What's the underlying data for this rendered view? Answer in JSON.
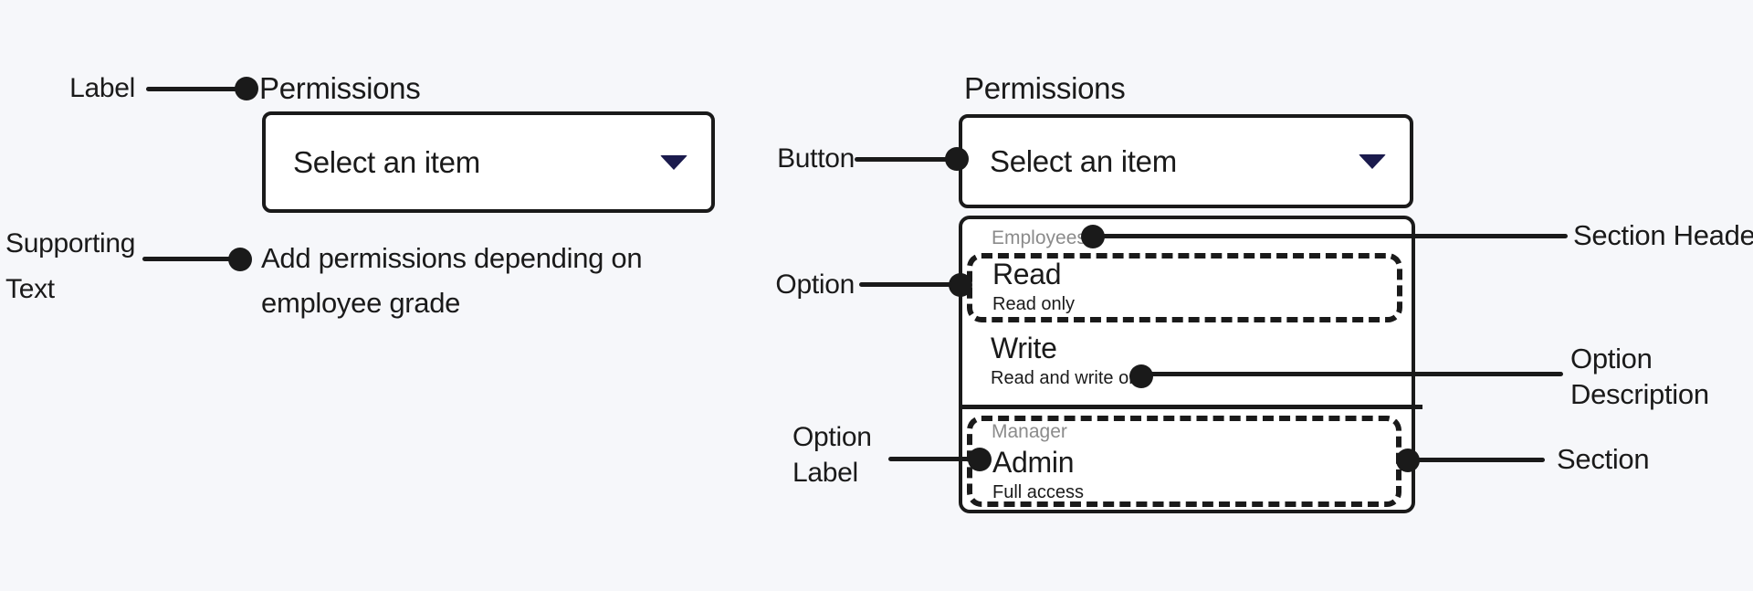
{
  "colors": {
    "bg": "#f6f7fa",
    "ink": "#1a1a1a",
    "box_bg": "#ffffff",
    "muted": "#8b8b8b",
    "chevron": "#1b1b4d"
  },
  "annotations": {
    "label": "Label",
    "supporting_text": [
      "Supporting",
      "Text"
    ],
    "button": "Button",
    "option": "Option",
    "section_header": "Section Header",
    "option_description": [
      "Option",
      "Description"
    ],
    "option_label": [
      "Option",
      "Label"
    ],
    "section": "Section"
  },
  "left_example": {
    "field_label": "Permissions",
    "button_text": "Select an item",
    "supporting_text": [
      "Add permissions depending on",
      "employee grade"
    ]
  },
  "right_example": {
    "field_label": "Permissions",
    "button_text": "Select an item",
    "dropdown": {
      "sections": [
        {
          "header": "Employees",
          "options": [
            {
              "label": "Read",
              "description": "Read only"
            },
            {
              "label": "Write",
              "description": "Read and write only"
            }
          ]
        },
        {
          "header": "Manager",
          "options": [
            {
              "label": "Admin",
              "description": "Full access"
            }
          ]
        }
      ]
    }
  }
}
